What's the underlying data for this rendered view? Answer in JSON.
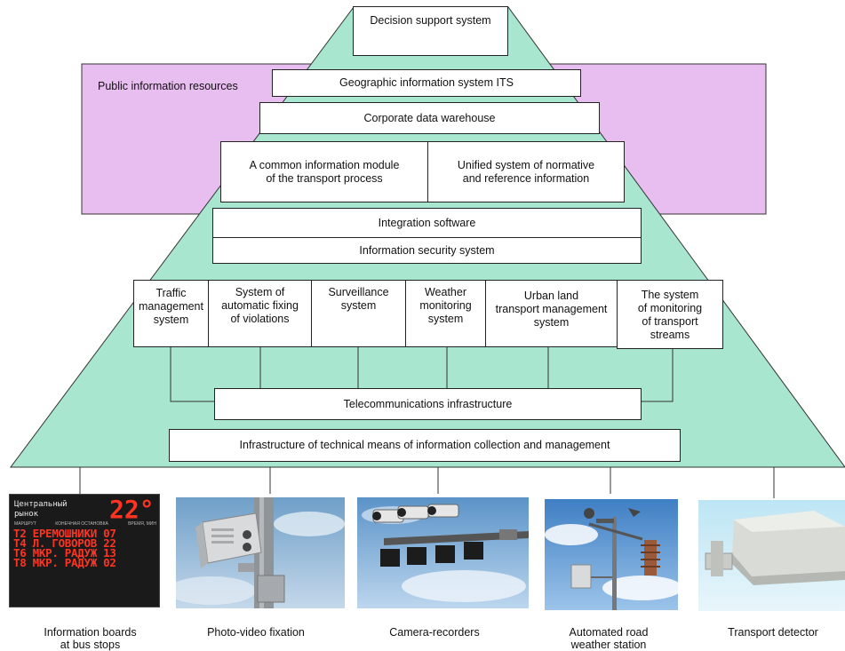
{
  "public_resources_label": "Public information resources",
  "boxes": {
    "decision_support": "Decision support system",
    "gis": "Geographic information system ITS",
    "warehouse": "Corporate data warehouse",
    "info_module": "A common information module\nof the transport process",
    "normative": "Unified system of normative\nand reference information",
    "integration": "Integration software",
    "security": "Information security system",
    "telecom": "Telecommunications infrastructure",
    "tech_means": "Infrastructure of technical means of information collection and management"
  },
  "systems": [
    "Traffic\nmanagement\nsystem",
    "System of\nautomatic fixing\nof violations",
    "Surveillance\nsystem",
    "Weather\nmonitoring\nsystem",
    "Urban land\ntransport management\nsystem",
    "The system\nof monitoring\nof transport\nstreams"
  ],
  "devices": [
    "Information boards\nat bus stops",
    "Photo-video fixation",
    "Camera-recorders",
    "Automated road\nweather station",
    "Transport detector"
  ],
  "board": {
    "stop_line1": "Центральный",
    "stop_line2": "рынок",
    "clock": "22°",
    "col_route": "МАРШРУТ",
    "col_stop": "КОНЕЧНАЯ ОСТАНОВКА",
    "col_time": "ВРЕМЯ, МИН",
    "rows": [
      "Т2 ЕРЕМОШНИКИ 07",
      "Т4 Л. ГОВОРОВ 22",
      "Т6 МКР. РАДУЖ 13",
      "Т8 МКР. РАДУЖ 02"
    ]
  },
  "colors": {
    "pyramid": "#a8e6cf",
    "public": "#e8bdf0",
    "board_bg": "#1a1a1a",
    "board_led": "#ff3322"
  }
}
